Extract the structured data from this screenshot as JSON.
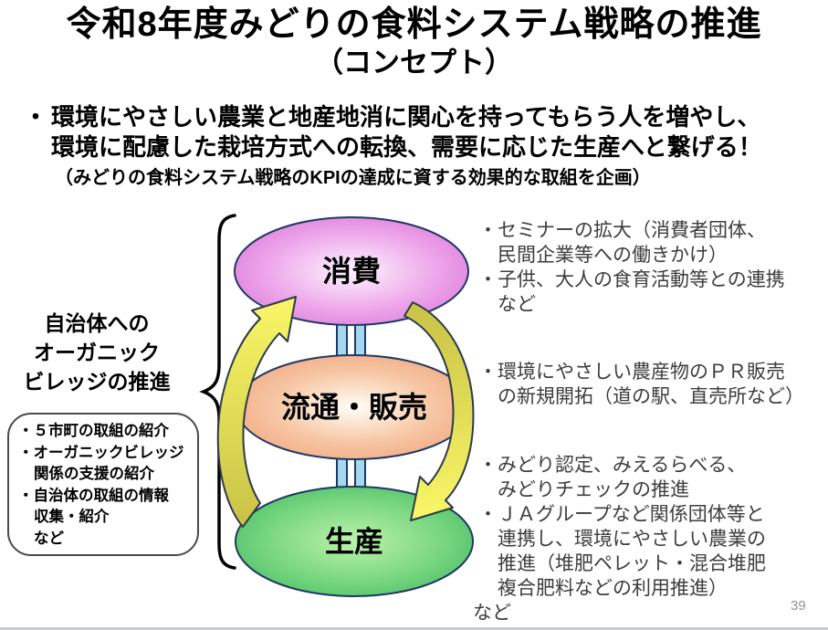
{
  "slide": {
    "page_number": "39",
    "title_line1": "令和8年度みどりの食料システム戦略の推進",
    "title_line2": "（コンセプト）"
  },
  "intro": {
    "bullet": "・",
    "line1": "環境にやさしい農業と地産地消に関心を持ってもらう人を増やし、",
    "line2": "環境に配慮した栽培方式への転換、需要に応じた生産へと繋げる！",
    "note": "（みどりの食料システム戦略のKPIの達成に資する効果的な取組を企画）"
  },
  "left_panel": {
    "label_line1": "自治体への",
    "label_line2": "オーガニック",
    "label_line3": "ビレッジの推進",
    "box_lines": [
      "・５市町の取組の紹介",
      "・オーガニックビレッジ",
      "関係の支援の紹介",
      "・自治体の取組の情報",
      "収集・紹介",
      "など"
    ]
  },
  "diagram": {
    "nodes": [
      {
        "label": "消費",
        "edge_color": "#d66fd5",
        "center_color": "#fcf3fc"
      },
      {
        "label": "流通・販売",
        "edge_color": "#ee9f75",
        "center_color": "#fffdf8"
      },
      {
        "label": "生産",
        "edge_color": "#30b556",
        "center_color": "#b8f1a5"
      }
    ],
    "connector_color": "#a5d7ef",
    "arrow_bright_color": "#f9f768",
    "arrow_dark_color": "#c9c246",
    "outline_color": "#1f3864"
  },
  "annotations": {
    "consumption": [
      "・セミナーの拡大（消費者団体、",
      "民間企業等への働きかけ）",
      "・子供、大人の食育活動等との連携",
      "など"
    ],
    "distribution": [
      "・環境にやさしい農産物のＰＲ販売",
      "の新規開拓（道の駅、直売所など）"
    ],
    "production": [
      "・みどり認定、みえるらべる、",
      "みどりチェックの推進",
      "・ＪＡグループなど関係団体等と",
      "連携し、環境にやさしい農業の",
      "推進（堆肥ペレット・混合堆肥",
      "複合肥料などの利用推進）",
      "など"
    ]
  }
}
